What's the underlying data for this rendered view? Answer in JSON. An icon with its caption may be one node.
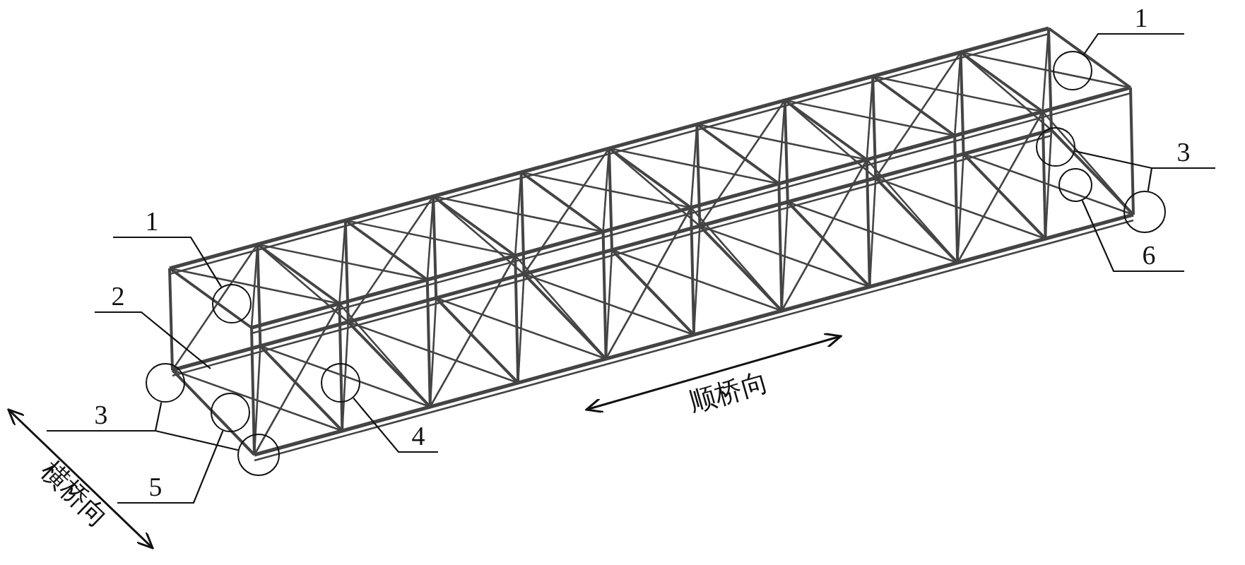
{
  "diagram": {
    "nodes": [
      {
        "text": [
          "1"
        ]
      },
      {
        "text": [
          "2"
        ]
      },
      {
        "text": [
          "3"
        ]
      },
      {
        "text": [
          "5"
        ]
      },
      {
        "text": [
          "4"
        ]
      },
      {
        "text": [
          "1"
        ]
      },
      {
        "text": [
          "3"
        ]
      },
      {
        "text": [
          "6"
        ]
      },
      {
        "text": [],
        "shape": "circle"
      },
      {
        "text": [],
        "shape": "circle"
      },
      {
        "text": [],
        "shape": "circle"
      },
      {
        "text": [],
        "shape": "circle"
      },
      {
        "text": [],
        "shape": "circle"
      },
      {
        "text": [],
        "shape": "circle"
      },
      {
        "text": [],
        "shape": "circle"
      },
      {
        "text": [],
        "shape": "circle"
      },
      {
        "text": [],
        "shape": "circle"
      }
    ],
    "edges": [
      {
        "from": 0,
        "to": 9,
        "arrow": "none"
      },
      {
        "from": 1,
        "to": null,
        "arrow": "none"
      },
      {
        "from": 2,
        "to": 8,
        "arrow": "none"
      },
      {
        "from": 2,
        "to": 11,
        "arrow": "none"
      },
      {
        "from": 3,
        "to": 10,
        "arrow": "none"
      },
      {
        "from": 4,
        "to": 12,
        "arrow": "none"
      },
      {
        "from": 5,
        "to": 13,
        "arrow": "none"
      },
      {
        "from": 6,
        "to": 14,
        "arrow": "none"
      },
      {
        "from": 6,
        "to": 16,
        "arrow": "none"
      },
      {
        "from": 7,
        "to": 15,
        "arrow": "none"
      }
    ],
    "labels": [
      "顺桥向",
      "横桥向"
    ]
  }
}
